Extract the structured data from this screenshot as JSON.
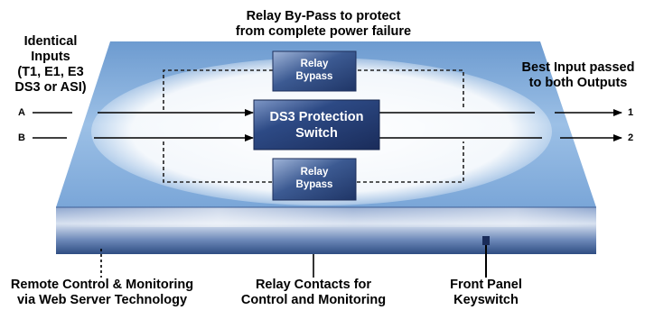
{
  "top_label": {
    "line1": "Relay By-Pass to protect",
    "line2": "from complete power failure"
  },
  "inputs_label": {
    "line1": "Identical",
    "line2": "Inputs",
    "line3": "(T1, E1, E3",
    "line4": "DS3 or ASI)"
  },
  "outputs_label": {
    "line1": "Best Input passed",
    "line2": "to both Outputs"
  },
  "input_ports": [
    "A",
    "B"
  ],
  "output_ports": [
    "1",
    "2"
  ],
  "relay_top": {
    "line1": "Relay",
    "line2": "Bypass"
  },
  "relay_bottom": {
    "line1": "Relay",
    "line2": "Bypass"
  },
  "switch_box": {
    "line1": "DS3 Protection",
    "line2": "Switch"
  },
  "bottom_labels": {
    "remote": {
      "line1": "Remote Control & Monitoring",
      "line2": "via Web Server Technology"
    },
    "relay_contacts": {
      "line1": "Relay Contacts for",
      "line2": "Control and Monitoring"
    },
    "front_panel": {
      "line1": "Front Panel",
      "line2": "Keyswitch"
    }
  },
  "colors": {
    "chassis_blue": "#4f7fb8",
    "box_dark": "#2a4578",
    "box_light": "#8ea6cf",
    "front_panel": "#5e7fb0"
  }
}
